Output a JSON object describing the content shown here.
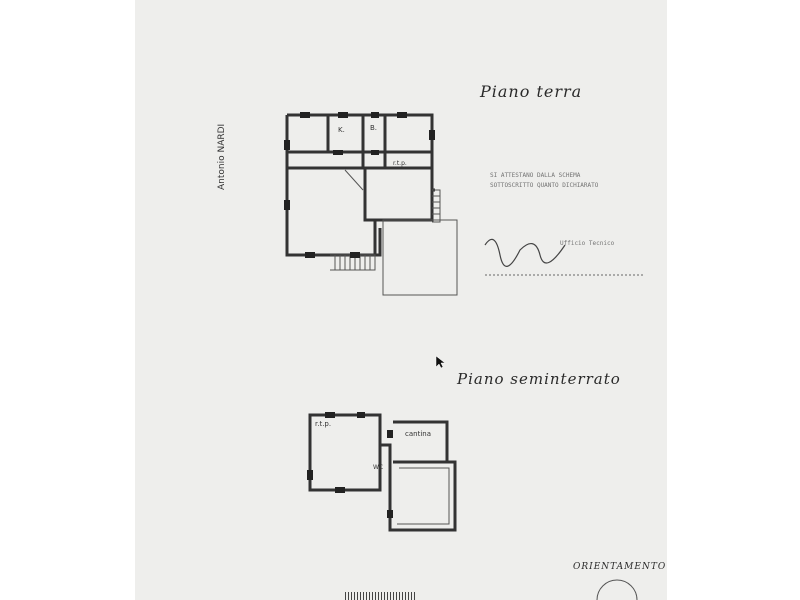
{
  "document": {
    "title_ground_floor": "Piano terra",
    "title_basement": "Piano seminterrato",
    "author_label": "Antonio NARDI",
    "orientation_label": "ORIENTAMENTO"
  },
  "rooms": {
    "kitchen": "K.",
    "bathroom": "B.",
    "ground_small_room": "r.t.p.",
    "basement_room": "r.t.p.",
    "cellar": "cantina",
    "basement_wc": "WC"
  },
  "stamp": {
    "line1": "SI ATTESTANO DALLA SCHEMA",
    "line2": "SOTTOSCRITTO QUANTO DICHIARATO",
    "signature_note": "Ufficio Tecnico"
  },
  "colors": {
    "sheet": "#eeeeec",
    "ink": "#2a2a2a",
    "background": "#ffffff"
  }
}
